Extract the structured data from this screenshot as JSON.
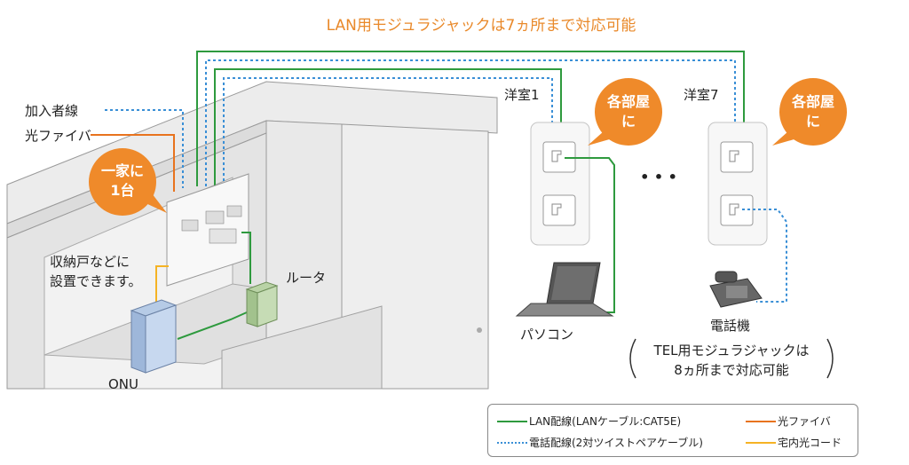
{
  "title": "LAN用モジュラジャックは7ヵ所まで対応可能",
  "labels": {
    "subscriber_line": "加入者線",
    "optical_fiber": "光ファイバ",
    "one_per_home_line1": "一家に",
    "one_per_home_line2": "1台",
    "storage_line1": "収納戸などに",
    "storage_line2": "設置できます。",
    "router": "ルータ",
    "onu": "ONU",
    "room1": "洋室1",
    "room7": "洋室7",
    "each_room_line1": "各部屋",
    "each_room_line2": "に",
    "pc": "パソコン",
    "phone": "電話機",
    "tel_note_line1": "TEL用モジュラジャックは",
    "tel_note_line2": "8ヵ所まで対応可能",
    "dots": "• • •"
  },
  "legend": {
    "lan": "LAN配線(LANケーブル:CAT5E)",
    "tel": "電話配線(2対ツイストペアケーブル)",
    "fiber": "光ファイバ",
    "indoor_cord": "宅内光コード"
  },
  "colors": {
    "lan": "#2e9a3e",
    "tel": "#3a8fd6",
    "fiber": "#e8731e",
    "indoor_cord": "#f5b324",
    "accent": "#e9892a",
    "bubble": "#ef8a2a"
  }
}
